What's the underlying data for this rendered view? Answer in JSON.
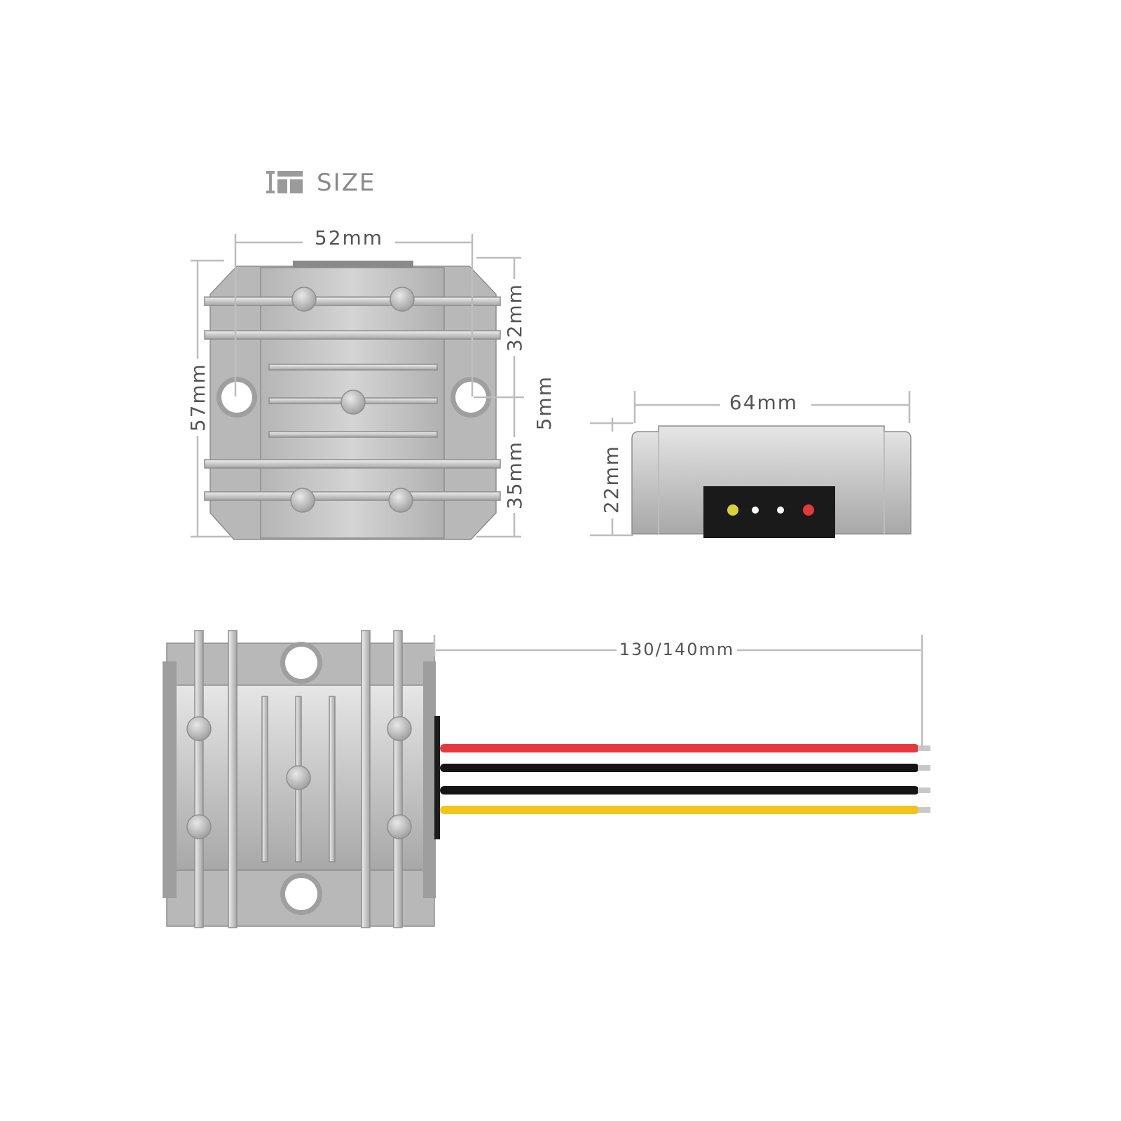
{
  "heading": {
    "icon": "size-icon",
    "label": "SIZE"
  },
  "top_view": {
    "width_label": "52mm",
    "height_label": "57mm",
    "upper_label": "32mm",
    "hole_label": "5mm",
    "lower_label": "35mm"
  },
  "side_view": {
    "length_label": "64mm",
    "height_label": "22mm",
    "terminal_colors": [
      "#d8d23a",
      "#ffffff",
      "#ffffff",
      "#e23a3a"
    ]
  },
  "wire_view": {
    "length_label": "130/140mm",
    "wires": [
      {
        "name": "red-wire",
        "color": "#e8383f"
      },
      {
        "name": "black-wire-1",
        "color": "#141414"
      },
      {
        "name": "black-wire-2",
        "color": "#141414"
      },
      {
        "name": "yellow-wire",
        "color": "#f2c51b"
      }
    ]
  },
  "colors": {
    "housing": "#c9c9c9",
    "housing_dark": "#a9a9a9",
    "dimension_line": "#bdbdbd",
    "terminal_plate": "#1a1a1a"
  }
}
